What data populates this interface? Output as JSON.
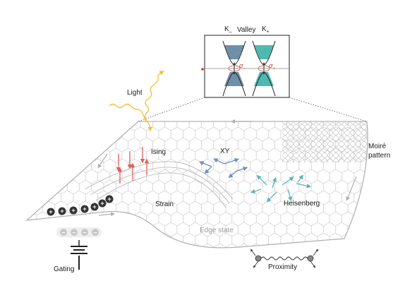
{
  "labels": {
    "light": "Light",
    "ising": "Ising",
    "xy": "XY",
    "moire_line1": "Moiré",
    "moire_line2": "pattern",
    "strain": "Strain",
    "heisenberg": "Heisenberg",
    "edge_state": "Edge state",
    "gating": "Gating",
    "proximity": "Proximity",
    "valley": "Valley",
    "k_minus": "K",
    "k_minus_sub": "–",
    "k_plus": "K",
    "k_plus_sub": "+",
    "sigma_minus": "σ",
    "sigma_minus_sub": "–",
    "sigma_plus": "σ",
    "sigma_plus_sub": "+"
  },
  "charges": {
    "positive": [
      "+",
      "+",
      "+",
      "+",
      "+",
      "+",
      "+"
    ],
    "negative": [
      "–",
      "–",
      "–",
      "–"
    ]
  },
  "colors": {
    "sheet_line": "#bdbdbd",
    "ising_arrow": "#d9625d",
    "xy_arrow": "#6f8fbf",
    "heisenberg_arrow": "#5fb3b3",
    "light_wave": "#f2c12e",
    "valley_left_fill": "#6f8fa8",
    "valley_right_fill": "#4fb8b0",
    "charge_positive": "#333333",
    "charge_negative": "#c8c8c8"
  }
}
